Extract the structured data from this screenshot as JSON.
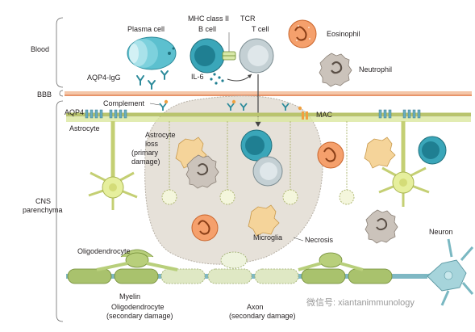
{
  "regions": {
    "blood": "Blood",
    "bbb": "BBB",
    "cns": "CNS\nparenchyma"
  },
  "labels": {
    "plasma_cell": "Plasma cell",
    "mhc": "MHC class II",
    "b_cell": "B cell",
    "tcr": "TCR",
    "t_cell": "T cell",
    "eosinophil": "Eosinophil",
    "neutrophil": "Neutrophil",
    "aqp4_igg": "AQP4-IgG",
    "il6": "IL-6",
    "complement": "Complement",
    "aqp4": "AQP4",
    "mac": "MAC",
    "astrocyte": "Astrocyte",
    "astrocyte_loss": "Astrocyte\nloss\n(primary\ndamage)",
    "microglia": "Microglia",
    "necrosis": "Necrosis",
    "oligodendrocyte": "Oligodendrocyte",
    "neuron": "Neuron",
    "myelin": "Myelin",
    "oligo_secondary": "Oligodendrocyte\n(secondary damage)",
    "axon_secondary": "Axon\n(secondary damage)"
  },
  "watermark": "微信号: xiantanimmunology",
  "colors": {
    "b_cell": "#3aa6b9",
    "t_cell": "#b9c7cc",
    "plasma": "#5cc0cf",
    "eosinophil": "#f08a4b",
    "neutrophil": "#c7bfb8",
    "astrocyte": "#e9efa8",
    "lesion": "#e4dfd8",
    "myelin": "#a9c26d",
    "neuron": "#9fd3da",
    "bbb": "#f2b28d"
  }
}
